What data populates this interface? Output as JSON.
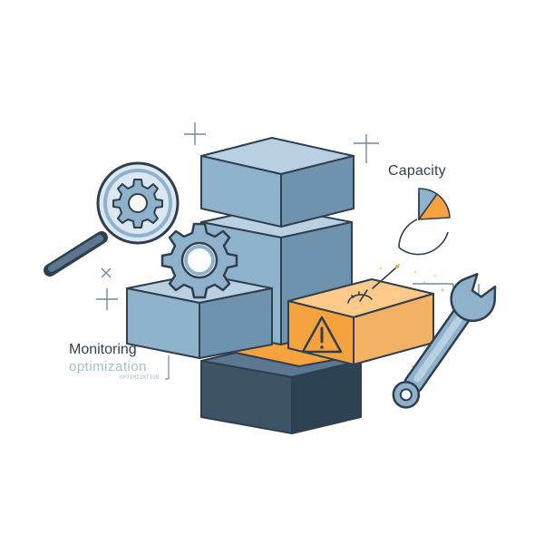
{
  "labels": {
    "capacity": "Capacity",
    "monitoring": "Monitoring",
    "optimization": "optimization",
    "optimization_sub": "OPTIMIZATION"
  },
  "icons": [
    "magnifying-glass-gear-icon",
    "gear-icon",
    "warning-triangle-icon",
    "wrench-icon",
    "pie-chart-icon",
    "gauge-icon"
  ],
  "capacity_pie": {
    "filled_fraction": 0.25
  },
  "colors": {
    "block_blue_top": "#b8d0e2",
    "block_blue_front": "#8fb2cc",
    "block_blue_side": "#6f93ae",
    "block_dark": "#3d5467",
    "accent_orange": "#f5a23f",
    "outline": "#2f3f4e"
  }
}
